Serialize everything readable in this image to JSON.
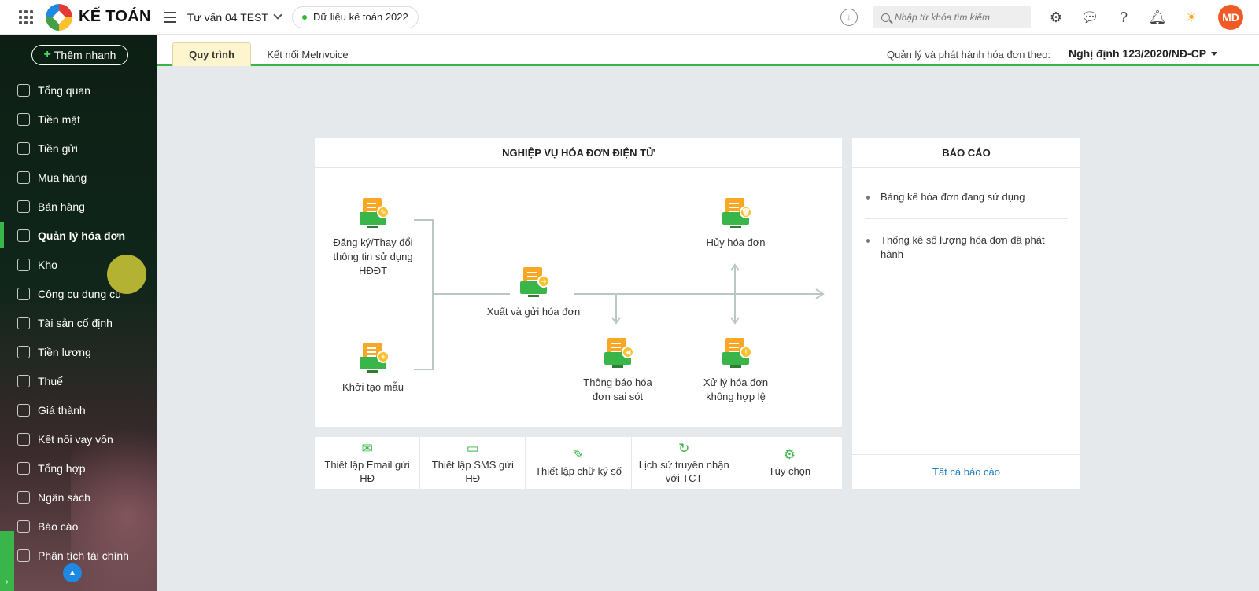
{
  "header": {
    "brand": "KẾ TOÁN",
    "company": "Tư vấn 04 TEST",
    "dataset": "Dữ liệu kế toán 2022",
    "search_placeholder": "Nhập từ khóa tìm kiếm",
    "avatar_initials": "MD",
    "accent_color": "#39b54a",
    "avatar_color": "#f15a24"
  },
  "sidebar": {
    "quick_add_label": "Thêm nhanh",
    "items": [
      {
        "label": "Tổng quan",
        "icon": "chart-pie-icon"
      },
      {
        "label": "Tiền mặt",
        "icon": "money-bag-icon"
      },
      {
        "label": "Tiền gửi",
        "icon": "bank-icon"
      },
      {
        "label": "Mua hàng",
        "icon": "shopping-bag-icon"
      },
      {
        "label": "Bán hàng",
        "icon": "cart-icon"
      },
      {
        "label": "Quản lý hóa đơn",
        "icon": "invoice-icon",
        "active": true
      },
      {
        "label": "Kho",
        "icon": "warehouse-icon"
      },
      {
        "label": "Công cụ dụng cụ",
        "icon": "tools-icon"
      },
      {
        "label": "Tài sản cố định",
        "icon": "car-icon"
      },
      {
        "label": "Tiền lương",
        "icon": "payroll-icon"
      },
      {
        "label": "Thuế",
        "icon": "tax-icon"
      },
      {
        "label": "Giá thành",
        "icon": "price-tag-icon"
      },
      {
        "label": "Kết nối vay vốn",
        "icon": "loan-icon"
      },
      {
        "label": "Tổng hợp",
        "icon": "folder-icon"
      },
      {
        "label": "Ngân sách",
        "icon": "budget-icon"
      },
      {
        "label": "Báo cáo",
        "icon": "report-icon"
      },
      {
        "label": "Phân tích tài chính",
        "icon": "analytics-icon"
      }
    ]
  },
  "tabs": [
    {
      "label": "Quy trình",
      "active": true
    },
    {
      "label": "Kết nối MeInvoice",
      "active": false
    }
  ],
  "decree": {
    "label": "Quản lý và phát hành hóa đơn theo:",
    "value": "Nghị định 123/2020/NĐ-CP"
  },
  "einvoice_panel": {
    "title": "NGHIỆP VỤ HÓA ĐƠN ĐIỆN TỬ",
    "nodes": {
      "register": "Đăng ký/Thay đổi thông tin sử dụng HĐĐT",
      "create_template": "Khởi tạo mẫu",
      "issue_send": "Xuất và gửi hóa đơn",
      "cancel": "Hủy hóa đơn",
      "notify_error": "Thông báo hóa đơn sai sót",
      "handle_invalid": "Xử lý hóa đơn không hợp lệ"
    }
  },
  "bottom_actions": [
    {
      "label": "Thiết lập Email gửi HĐ",
      "icon": "email-icon"
    },
    {
      "label": "Thiết lập SMS gửi HĐ",
      "icon": "sms-icon"
    },
    {
      "label": "Thiết lập chữ ký số",
      "icon": "signature-icon"
    },
    {
      "label": "Lịch sử truyền nhận với TCT",
      "icon": "history-icon"
    },
    {
      "label": "Tùy chọn",
      "icon": "gear-icon"
    }
  ],
  "report_panel": {
    "title": "BÁO CÁO",
    "items": [
      "Bảng kê hóa đơn đang sử dụng",
      "Thống kê số lượng hóa đơn đã phát hành"
    ],
    "all_reports_label": "Tất cả báo cáo"
  }
}
